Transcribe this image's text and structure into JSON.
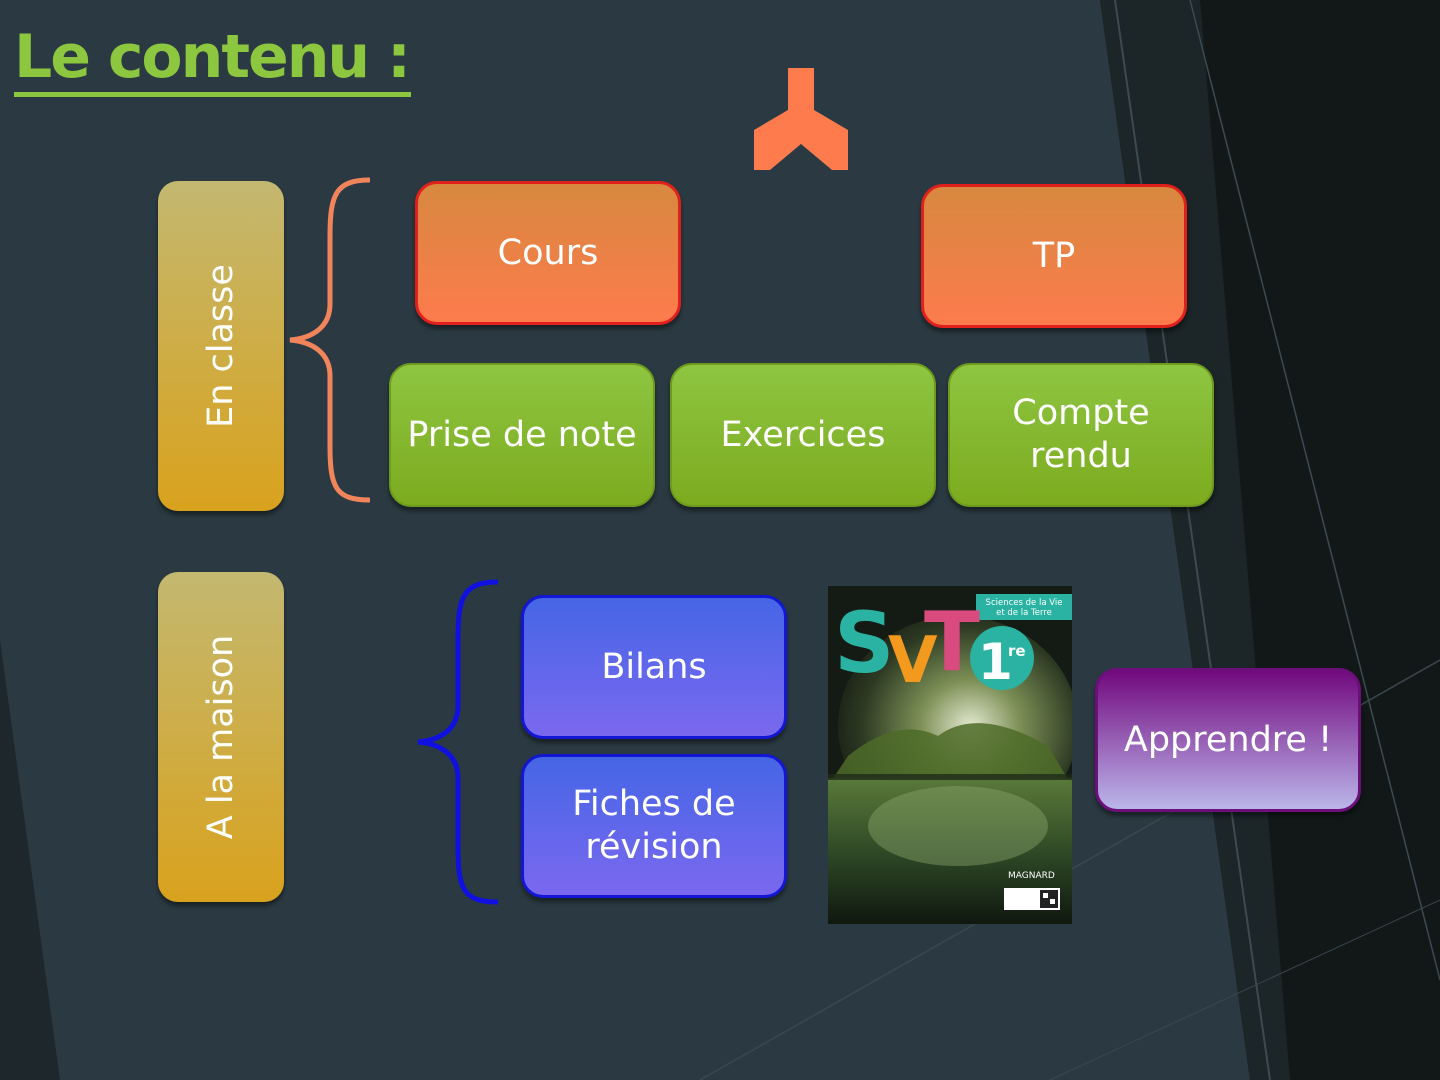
{
  "title": "Le contenu :",
  "colors": {
    "background": "#2b3a42",
    "title_green": "#8dc63f",
    "orange_fill": "#fd7b4d",
    "orange_border": "#e0201d",
    "green_fill": "#82b72b",
    "blue_fill": "#5a67ea",
    "purple_fill": "#72097f",
    "gold_fill": "#d9a21d",
    "brace_orange": "#f2845c",
    "brace_blue": "#1010e0"
  },
  "in_class": {
    "label": "En classe",
    "top_boxes": [
      "Cours",
      "TP"
    ],
    "bottom_boxes": [
      "Prise de note",
      "Exercices",
      "Compte\nrendu"
    ]
  },
  "at_home": {
    "label": "A la maison",
    "boxes": [
      "Bilans",
      "Fiches de\nrévision"
    ],
    "result": "Apprendre !"
  },
  "book": {
    "logo": "SVT",
    "level": "1re",
    "subtitle": "Sciences de la Vie et de la Terre",
    "publisher": "MAGNARD"
  }
}
